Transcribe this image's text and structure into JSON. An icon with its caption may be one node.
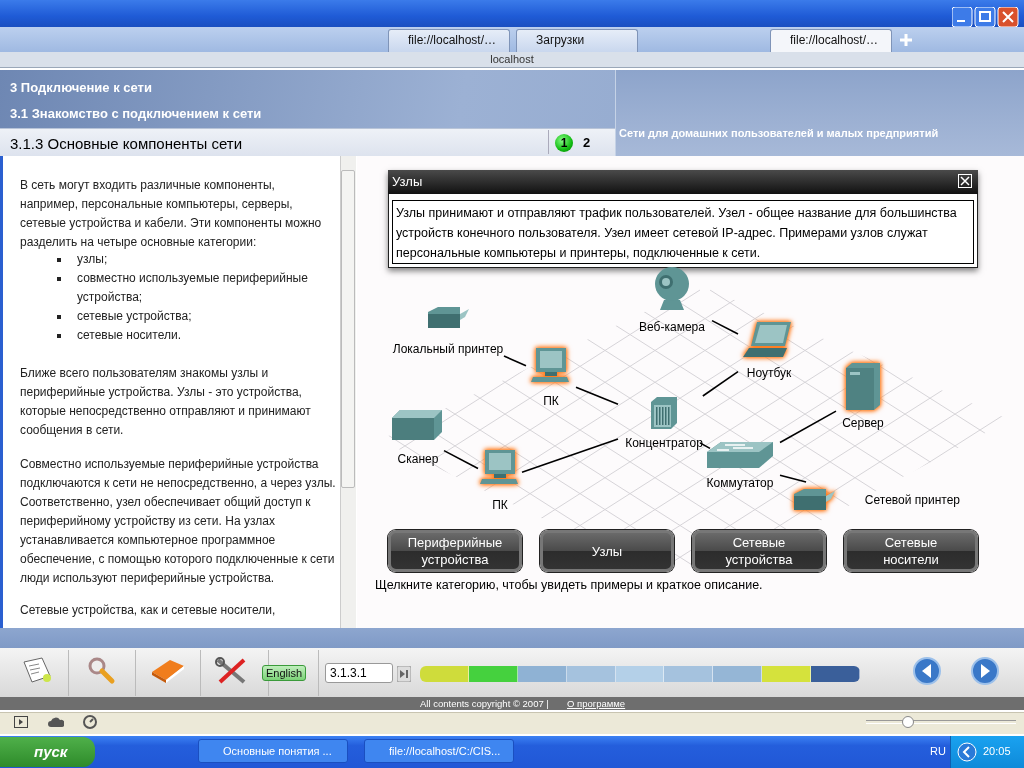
{
  "diagram": {
    "nodes": [
      {
        "text": [
          "Локальный принтер"
        ]
      },
      {
        "text": [
          "ПК"
        ]
      },
      {
        "text": [
          "Веб-камера"
        ]
      },
      {
        "text": [
          "Ноутбук"
        ]
      },
      {
        "text": [
          "Концентратор"
        ]
      },
      {
        "text": [
          "Сканер"
        ]
      },
      {
        "text": [
          "ПК"
        ]
      },
      {
        "text": [
          "Коммутатор"
        ]
      },
      {
        "text": [
          "Сервер"
        ]
      },
      {
        "text": [
          "Сетевой принтер"
        ]
      }
    ],
    "edges": [
      {
        "from": 0,
        "to": 1,
        "arrow": "none"
      },
      {
        "from": 1,
        "to": 4,
        "arrow": "none"
      },
      {
        "from": 2,
        "to": 3,
        "arrow": "none"
      },
      {
        "from": 3,
        "to": 4,
        "arrow": "none"
      },
      {
        "from": 5,
        "to": 6,
        "arrow": "none"
      },
      {
        "from": 6,
        "to": 4,
        "arrow": "none"
      },
      {
        "from": 4,
        "to": 7,
        "arrow": "none"
      },
      {
        "from": 7,
        "to": 8,
        "arrow": "none"
      },
      {
        "from": 7,
        "to": 9,
        "arrow": "none"
      }
    ],
    "labels": [
      "file://localhost/…",
      "Загрузки",
      "file://localhost/…",
      "localhost",
      "3 Подключение к сети",
      "3.1 Знакомство с подключением к сети",
      "3.1.3 Основные компоненты сети",
      "1",
      "2",
      "Сети для домашних пользователей и малых предприятий",
      "В сеть могут входить различные компоненты, например, персональные компьютеры, серверы, сетевые устройства и кабели. Эти компоненты можно разделить на четыре основные категории:",
      "узлы;",
      "совместно используемые периферийные устройства;",
      "сетевые устройства;",
      "сетевые носители.",
      "Ближе всего пользователям знакомы узлы и периферийные устройства. Узлы - это устройства, которые непосредственно отправляют и принимают сообщения в сети.",
      "Совместно используемые периферийные устройства подключаются к сети не непосредственно, а через узлы. Соответственно, узел обеспечивает общий доступ к периферийному устройству из сети. На узлах устанавливается компьютерное программное обеспечение, с помощью которого подключенные к сети люди используют периферийные устройства.",
      "Сетевые устройства, как и сетевые носители,",
      "Узлы",
      "Узлы принимают и отправляют трафик пользователей. Узел - общее название для большинства устройств конечного пользователя. Узел имеет сетевой IP-адрес. Примерами узлов служат персональные компьютеры и принтеры, подключенные к сети.",
      "Периферийные устройства",
      "Узлы",
      "Сетевые устройства",
      "Сетевые носители",
      "Щелкните категорию, чтобы увидеть примеры и краткое описание.",
      "English",
      "3.1.3.1",
      "All contents copyright © 2007 |",
      "О программе",
      "пуск",
      "Основные понятия ...",
      "file://localhost/C:/CIS...",
      "RU",
      "20:05"
    ]
  }
}
